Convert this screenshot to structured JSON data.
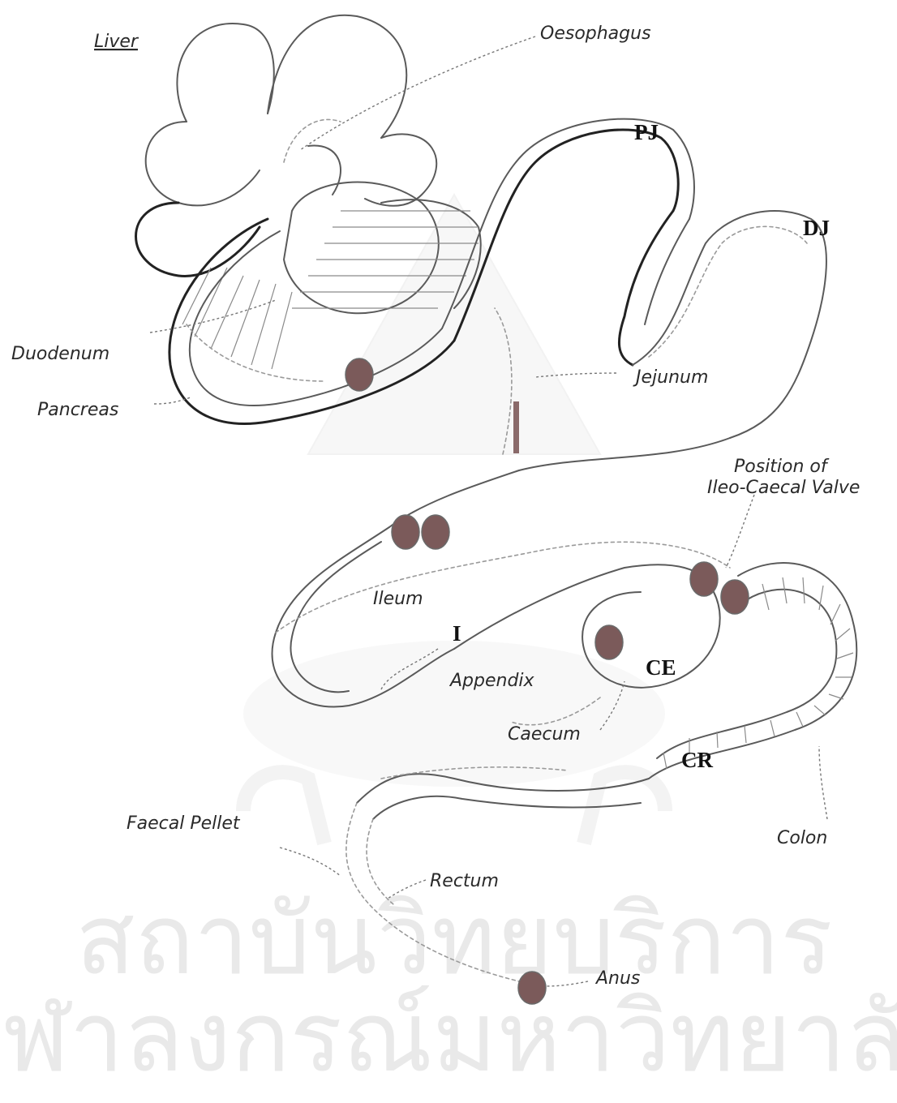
{
  "labels": {
    "liver": "Liver",
    "oesophagus": "Oesophagus",
    "pj": "PJ",
    "dj": "DJ",
    "duodenum": "Duodenum",
    "pancreas": "Pancreas",
    "jejunum": "Jejunum",
    "position_of": "Position of",
    "ileo_caecal_valve": "Ileo-Caecal Valve",
    "ileum": "Ileum",
    "i": "I",
    "appendix": "Appendix",
    "ce": "CE",
    "caecum": "Caecum",
    "cr": "CR",
    "colon": "Colon",
    "faecal_pellet": "Faecal Pellet",
    "rectum": "Rectum",
    "anus": "Anus"
  },
  "watermark": {
    "line1": "สถาบันวิทยบริการ",
    "line2": "จุฬาลงกรณ์มหาวิทยาลัย"
  },
  "colors": {
    "marker": "#7b5a5a",
    "marker_bar": "#8a6a6a",
    "watermark": "#e9e9e9"
  }
}
